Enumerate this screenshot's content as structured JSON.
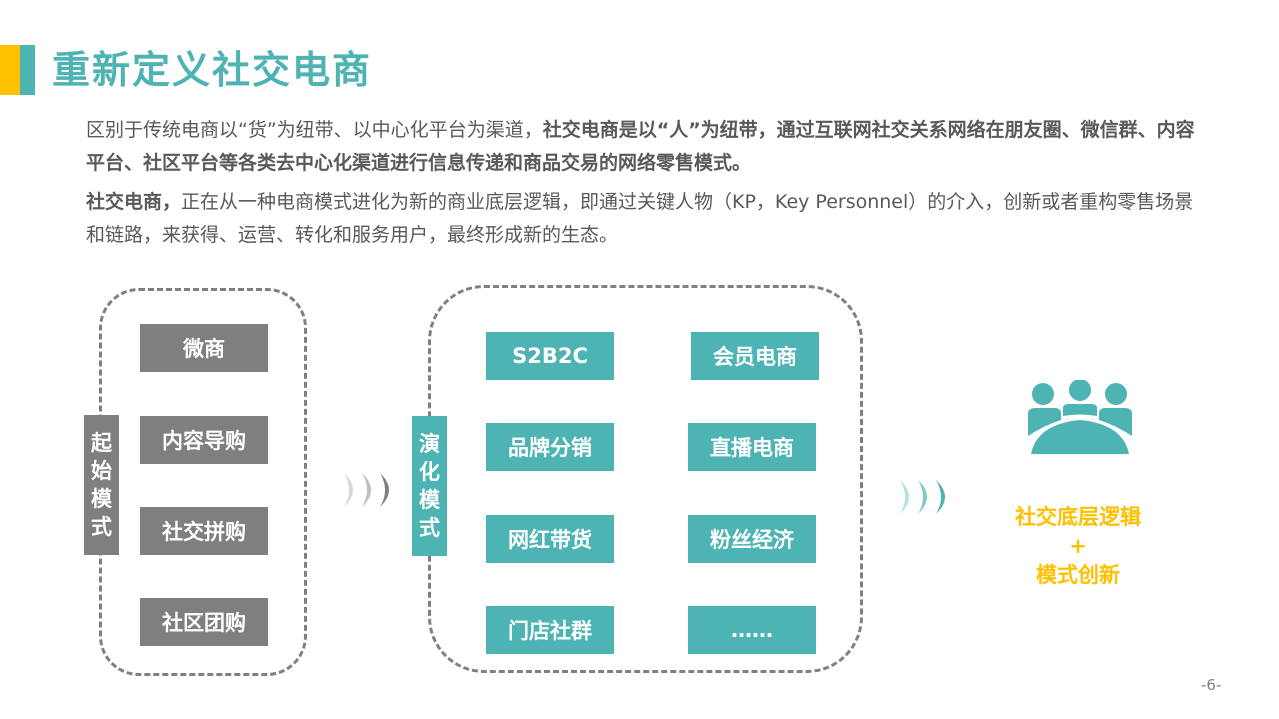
{
  "header": {
    "title": "重新定义社交电商",
    "accent_colors": {
      "yellow": "#FFC000",
      "teal": "#4DB3B3"
    }
  },
  "intro": {
    "p1_normal": "区别于传统电商以“货”为纽带、以中心化平台为渠道，",
    "p1_bold": "社交电商是以“人”为纽带，通过互联网社交关系网络在朋友圈、微信群、内容平台、社区平台等各类去中心化渠道进行信息传递和商品交易的网络零售模式。",
    "p2_bold": "社交电商，",
    "p2_normal": "正在从一种电商模式进化为新的商业底层逻辑，即通过关键人物（KP，Key Personnel）的介入，创新或者重构零售场景和链路，来获得、运营、转化和服务用户，最终形成新的生态。"
  },
  "diagram": {
    "initial": {
      "label": "起始模式",
      "label_chars": [
        "起",
        "始",
        "模",
        "式"
      ],
      "items": [
        "微商",
        "内容导购",
        "社交拼购",
        "社区团购"
      ],
      "color": "#7F7F7F"
    },
    "evolved": {
      "label": "演化模式",
      "label_chars": [
        "演",
        "化",
        "模",
        "式"
      ],
      "items": [
        "S2B2C",
        "会员电商",
        "品牌分销",
        "直播电商",
        "网红带货",
        "粉丝经济",
        "门店社群",
        "……"
      ],
      "color": "#4DB3B3"
    },
    "arrow_icon_1": "triple-chevron-gray-icon",
    "arrow_icon_2": "triple-chevron-teal-icon",
    "result": {
      "icon": "meeting-people-icon",
      "line1": "社交底层逻辑",
      "plus": "+",
      "line2": "模式创新",
      "color": "#FFC000"
    }
  },
  "footer": {
    "page_number": "-6-"
  }
}
